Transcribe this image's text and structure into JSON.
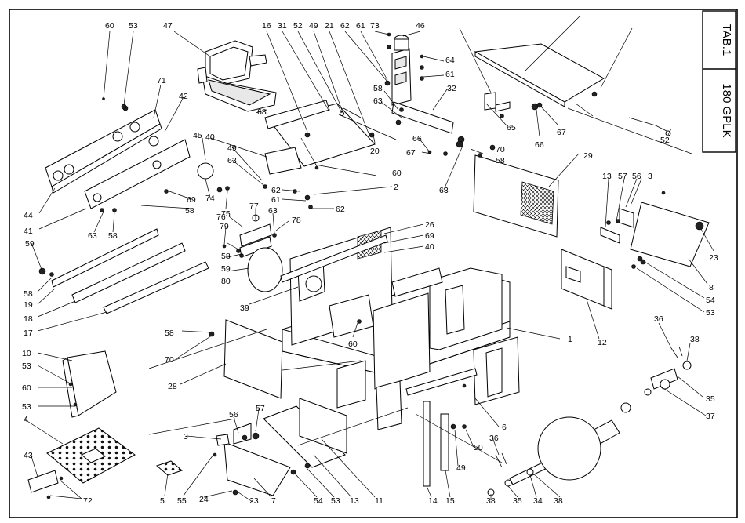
{
  "title_block": {
    "table": "TAB.1",
    "model": "180 GPLK"
  },
  "labels": [
    {
      "id": "60a",
      "text": "60"
    },
    {
      "id": "53a",
      "text": "53"
    },
    {
      "id": "47",
      "text": "47"
    },
    {
      "id": "16",
      "text": "16"
    },
    {
      "id": "31",
      "text": "31"
    },
    {
      "id": "52a",
      "text": "52"
    },
    {
      "id": "49a",
      "text": "49"
    },
    {
      "id": "21",
      "text": "21"
    },
    {
      "id": "62a",
      "text": "62"
    },
    {
      "id": "61a",
      "text": "61"
    },
    {
      "id": "73",
      "text": "73"
    },
    {
      "id": "46",
      "text": "46"
    },
    {
      "id": "64",
      "text": "64"
    },
    {
      "id": "61b",
      "text": "61"
    },
    {
      "id": "71",
      "text": "71"
    },
    {
      "id": "42",
      "text": "42"
    },
    {
      "id": "58a",
      "text": "58"
    },
    {
      "id": "32",
      "text": "32"
    },
    {
      "id": "68",
      "text": "68"
    },
    {
      "id": "63a",
      "text": "63"
    },
    {
      "id": "65",
      "text": "65"
    },
    {
      "id": "66a",
      "text": "66"
    },
    {
      "id": "67a",
      "text": "67"
    },
    {
      "id": "40a",
      "text": "40"
    },
    {
      "id": "20",
      "text": "20"
    },
    {
      "id": "66b",
      "text": "66"
    },
    {
      "id": "45",
      "text": "45"
    },
    {
      "id": "49b",
      "text": "49"
    },
    {
      "id": "70a",
      "text": "70"
    },
    {
      "id": "67b",
      "text": "67"
    },
    {
      "id": "52b",
      "text": "52"
    },
    {
      "id": "63b",
      "text": "63"
    },
    {
      "id": "58b",
      "text": "58"
    },
    {
      "id": "60b",
      "text": "60"
    },
    {
      "id": "29",
      "text": "29"
    },
    {
      "id": "63c",
      "text": "63"
    },
    {
      "id": "62b",
      "text": "62"
    },
    {
      "id": "2",
      "text": "2"
    },
    {
      "id": "74",
      "text": "74"
    },
    {
      "id": "69a",
      "text": "69"
    },
    {
      "id": "61c",
      "text": "61"
    },
    {
      "id": "13a",
      "text": "13"
    },
    {
      "id": "57a",
      "text": "57"
    },
    {
      "id": "56a",
      "text": "56"
    },
    {
      "id": "3a",
      "text": "3"
    },
    {
      "id": "44",
      "text": "44"
    },
    {
      "id": "75",
      "text": "75"
    },
    {
      "id": "62c",
      "text": "62"
    },
    {
      "id": "58c",
      "text": "58"
    },
    {
      "id": "41",
      "text": "41"
    },
    {
      "id": "77",
      "text": "77"
    },
    {
      "id": "63d",
      "text": "63"
    },
    {
      "id": "63e",
      "text": "63"
    },
    {
      "id": "58d",
      "text": "58"
    },
    {
      "id": "76",
      "text": "76"
    },
    {
      "id": "78",
      "text": "78"
    },
    {
      "id": "26",
      "text": "26"
    },
    {
      "id": "69b",
      "text": "69"
    },
    {
      "id": "23a",
      "text": "23"
    },
    {
      "id": "79",
      "text": "79"
    },
    {
      "id": "40b",
      "text": "40"
    },
    {
      "id": "59a",
      "text": "59"
    },
    {
      "id": "58e",
      "text": "58"
    },
    {
      "id": "59b",
      "text": "59"
    },
    {
      "id": "80",
      "text": "80"
    },
    {
      "id": "8",
      "text": "8"
    },
    {
      "id": "58f",
      "text": "58"
    },
    {
      "id": "19",
      "text": "19"
    },
    {
      "id": "39",
      "text": "39"
    },
    {
      "id": "54a",
      "text": "54"
    },
    {
      "id": "18",
      "text": "18"
    },
    {
      "id": "53b",
      "text": "53"
    },
    {
      "id": "17",
      "text": "17"
    },
    {
      "id": "58g",
      "text": "58"
    },
    {
      "id": "36a",
      "text": "36"
    },
    {
      "id": "38a",
      "text": "38"
    },
    {
      "id": "60c",
      "text": "60"
    },
    {
      "id": "1",
      "text": "1"
    },
    {
      "id": "12",
      "text": "12"
    },
    {
      "id": "10",
      "text": "10"
    },
    {
      "id": "70b",
      "text": "70"
    },
    {
      "id": "53c",
      "text": "53"
    },
    {
      "id": "60d",
      "text": "60"
    },
    {
      "id": "28",
      "text": "28"
    },
    {
      "id": "35a",
      "text": "35"
    },
    {
      "id": "37",
      "text": "37"
    },
    {
      "id": "53d",
      "text": "53"
    },
    {
      "id": "6",
      "text": "6"
    },
    {
      "id": "4",
      "text": "4"
    },
    {
      "id": "56b",
      "text": "56"
    },
    {
      "id": "57b",
      "text": "57"
    },
    {
      "id": "3b",
      "text": "3"
    },
    {
      "id": "50",
      "text": "50"
    },
    {
      "id": "36b",
      "text": "36"
    },
    {
      "id": "43",
      "text": "43"
    },
    {
      "id": "49c",
      "text": "49"
    },
    {
      "id": "72",
      "text": "72"
    },
    {
      "id": "5",
      "text": "5"
    },
    {
      "id": "55",
      "text": "55"
    },
    {
      "id": "24",
      "text": "24"
    },
    {
      "id": "23b",
      "text": "23"
    },
    {
      "id": "7",
      "text": "7"
    },
    {
      "id": "54b",
      "text": "54"
    },
    {
      "id": "53e",
      "text": "53"
    },
    {
      "id": "13b",
      "text": "13"
    },
    {
      "id": "11",
      "text": "11"
    },
    {
      "id": "14",
      "text": "14"
    },
    {
      "id": "15",
      "text": "15"
    },
    {
      "id": "38b",
      "text": "38"
    },
    {
      "id": "35b",
      "text": "35"
    },
    {
      "id": "34",
      "text": "34"
    },
    {
      "id": "38c",
      "text": "38"
    }
  ]
}
